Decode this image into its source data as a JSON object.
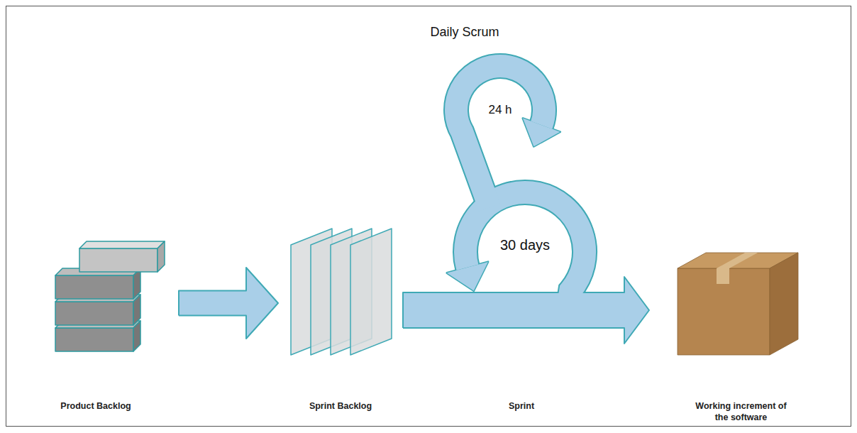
{
  "diagram": {
    "nodes": [
      {
        "text": [
          "Product Backlog"
        ]
      },
      {
        "text": [
          "Sprint Backlog"
        ]
      },
      {
        "text": [
          "Sprint"
        ]
      },
      {
        "text": [
          "Working increment of the software"
        ]
      }
    ],
    "edges": [
      {
        "from": 0,
        "to": 1,
        "arrow": "to"
      },
      {
        "from": 1,
        "to": 2,
        "arrow": "none"
      },
      {
        "from": 2,
        "to": 3,
        "arrow": "to"
      }
    ],
    "labels": [
      "Daily Scrum",
      "24 h",
      "30 days"
    ]
  }
}
